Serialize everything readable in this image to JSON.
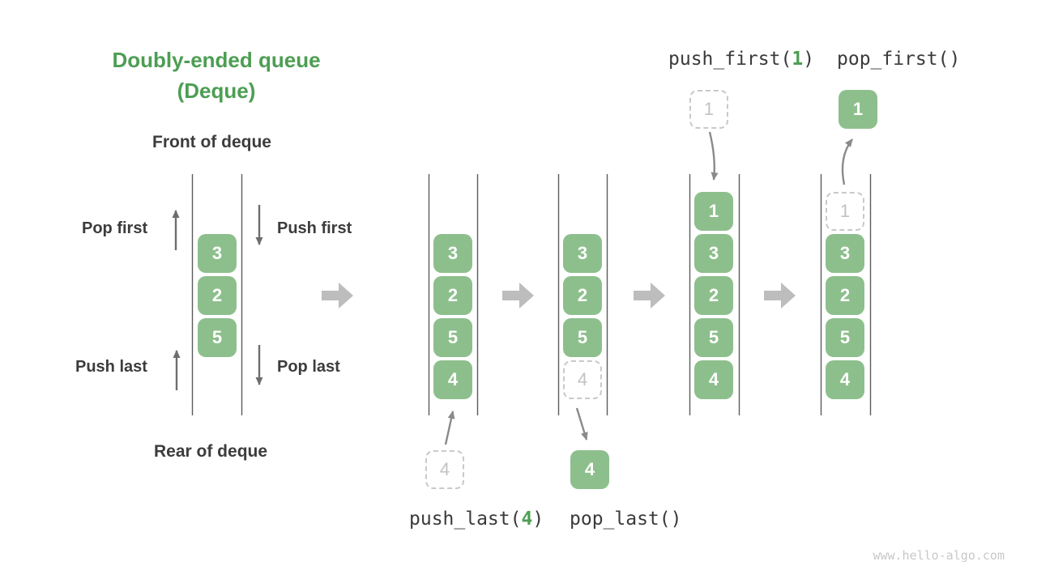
{
  "title": {
    "line1": "Doubly-ended queue",
    "line2": "(Deque)"
  },
  "labels": {
    "front": "Front of deque",
    "rear": "Rear of deque",
    "pop_first": "Pop first",
    "push_first": "Push first",
    "push_last": "Push last",
    "pop_last": "Pop last"
  },
  "operations": {
    "push_last": {
      "prefix": "push_last(",
      "arg": "4",
      "suffix": ")"
    },
    "pop_last": {
      "prefix": "pop_last()",
      "arg": "",
      "suffix": ""
    },
    "push_first": {
      "prefix": "push_first(",
      "arg": "1",
      "suffix": ")"
    },
    "pop_first": {
      "prefix": "pop_first()",
      "arg": "",
      "suffix": ""
    }
  },
  "queues": {
    "base": {
      "cells": [
        "3",
        "2",
        "5"
      ]
    },
    "after_push_last": {
      "cells": [
        "3",
        "2",
        "5",
        "4"
      ]
    },
    "after_pop_last": {
      "cells": [
        "3",
        "2",
        "5"
      ],
      "ghost": "4"
    },
    "after_push_first": {
      "cells": [
        "1",
        "3",
        "2",
        "5",
        "4"
      ]
    },
    "after_pop_first": {
      "ghost": "1",
      "cells": [
        "3",
        "2",
        "5",
        "4"
      ]
    }
  },
  "floating": {
    "push_last_value": "4",
    "pop_last_value": "4",
    "push_first_value": "1",
    "pop_first_value": "1"
  },
  "watermark": "www.hello-algo.com",
  "colors": {
    "accent_green": "#4d9e53",
    "cell_green": "#8dbf8d",
    "ghost_gray": "#c9c9c9",
    "flow_arrow_gray": "#bdbdbd",
    "small_arrow_gray": "#6e6e6e",
    "text_dark": "#3c3c3c"
  }
}
